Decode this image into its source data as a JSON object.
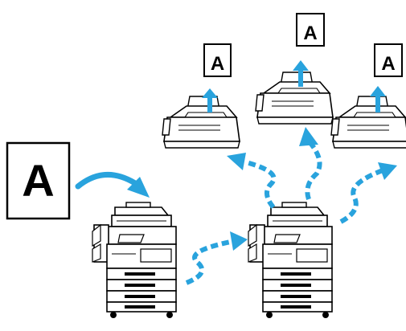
{
  "source_document": {
    "letter": "A"
  },
  "faxes": [
    {
      "page_letter": "A"
    },
    {
      "page_letter": "A"
    },
    {
      "page_letter": "A"
    }
  ],
  "colors": {
    "arrow": "#29a3dd",
    "line": "#000000",
    "paper": "#ffffff"
  },
  "icons": [
    "document-icon",
    "copier-icon",
    "fax-machine-icon",
    "transmission-arrow-icon"
  ]
}
